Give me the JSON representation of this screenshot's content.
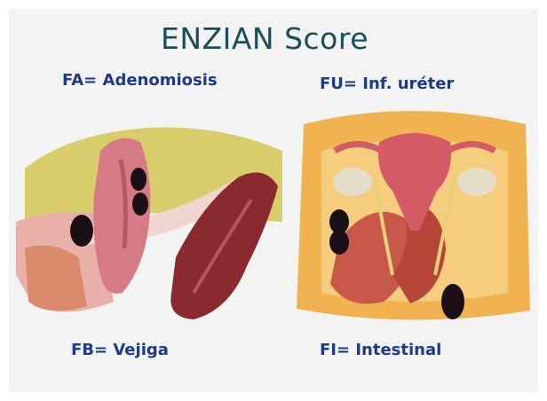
{
  "title": "ENZIAN Score",
  "labels": {
    "fa": "FA= Adenomiosis",
    "fu": "FU= Inf. uréter",
    "fb": "FB= Vejiga",
    "fi": "FI= Intestinal"
  },
  "colors": {
    "title": "#1a4f5a",
    "label": "#1e3a8a",
    "lesion": "#1a0f14"
  }
}
